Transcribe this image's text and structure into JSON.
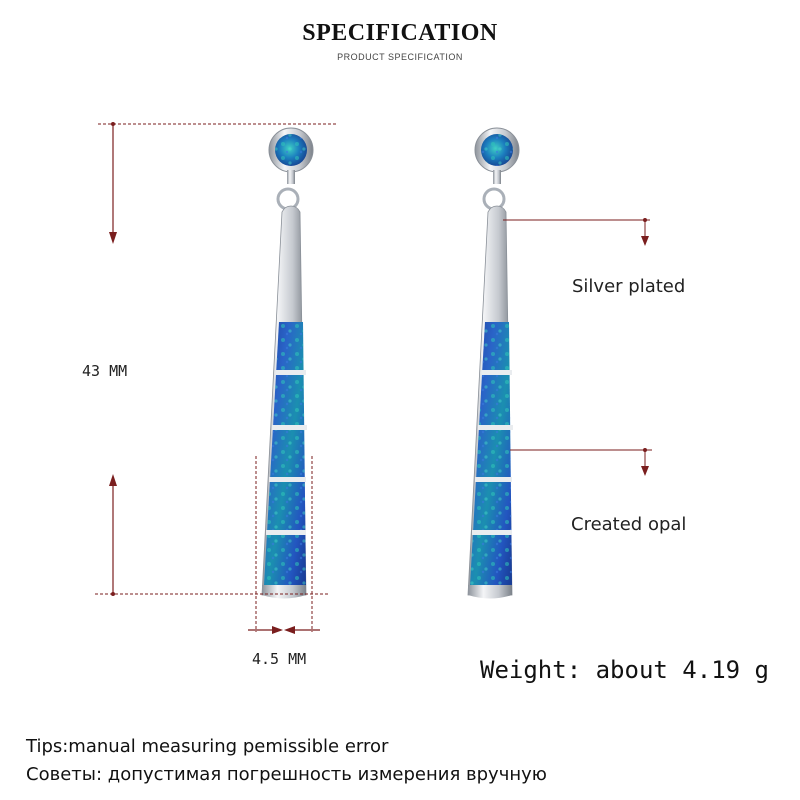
{
  "header": {
    "title": "SPECIFICATION",
    "subtitle": "PRODUCT SPECIFICATION"
  },
  "dimensions": {
    "length": "43 MM",
    "width": "4.5 MM"
  },
  "callouts": {
    "material_top": "Silver plated",
    "material_body": "Created opal"
  },
  "weight": "Weight: about 4.19 g",
  "tips": {
    "english": "Tips:manual measuring pemissible error",
    "russian": "Советы: допустимая погрешность измерения вручную"
  },
  "colors": {
    "dimension_line": "#7a1e1e",
    "opal_blue": "#1f4fb0",
    "opal_green": "#1fa8a0",
    "silver": "#d4d7dc"
  }
}
